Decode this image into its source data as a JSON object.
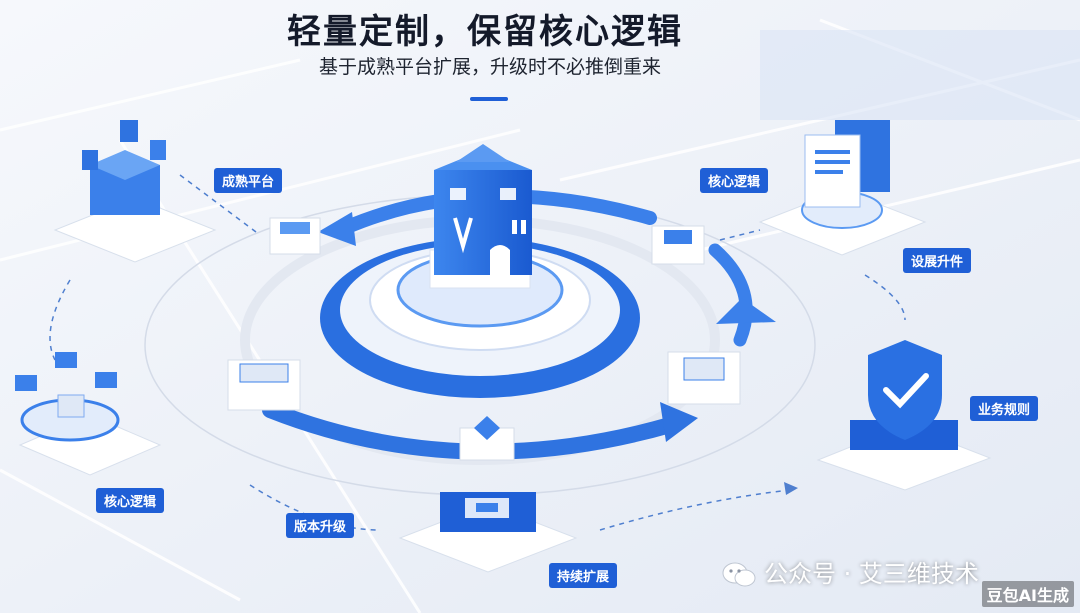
{
  "title": "轻量定制，保留核心逻辑",
  "subtitle": "基于成熟平台扩展，升级时不必推倒重来",
  "tags": {
    "platform": "成熟平台",
    "core_top": "核心逻辑",
    "upgrade_ext": "设展升件",
    "business": "业务规则",
    "core_left": "核心逻辑",
    "version": "版本升级",
    "extend": "持续扩展"
  },
  "watermark": "公众号 · 艾三维技术",
  "ai_label": "豆包AI生成",
  "colors": {
    "accent": "#1f5fd6",
    "light_blue": "#5b9af2",
    "bg": "#eef2f8"
  }
}
